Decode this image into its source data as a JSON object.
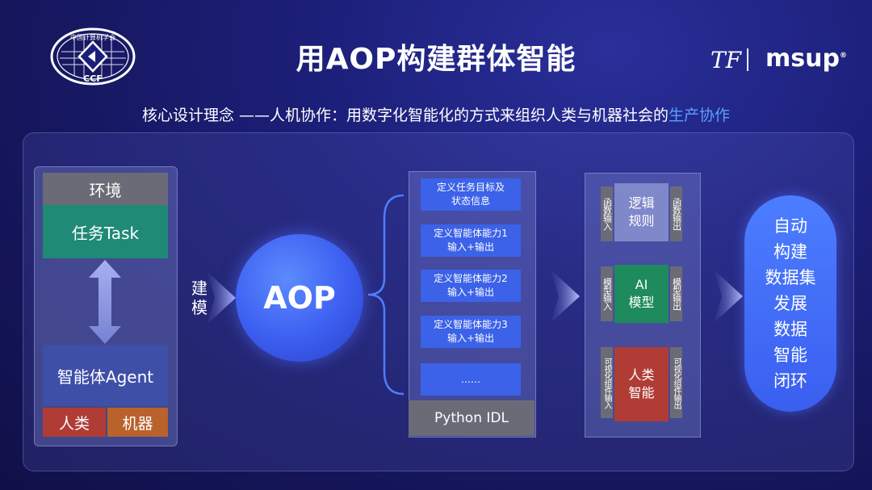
{
  "header": {
    "title": "用AOP构建群体智能",
    "ccf_logo_text": "中国计算机学会",
    "ccf_logo_abbr": "CCF",
    "tf_logo": "TF",
    "msup_logo": "msup",
    "msup_reg": "®"
  },
  "subtitle": {
    "prefix": "核心设计理念 ——人机协作：用数字化智能化的方式来组织人类与机器社会的",
    "highlight": "生产协作"
  },
  "environment": {
    "header": "环境",
    "task": "任务Task",
    "agent": "智能体Agent",
    "human": "人类",
    "machine": "机器"
  },
  "build_label": [
    "建",
    "模"
  ],
  "aop": "AOP",
  "idl": {
    "items": [
      [
        "定义任务目标及",
        "状态信息"
      ],
      [
        "定义智能体能力1",
        "输入+输出"
      ],
      [
        "定义智能体能力2",
        "输入+输出"
      ],
      [
        "定义智能体能力3",
        "输入+输出"
      ],
      [
        "……",
        ""
      ]
    ],
    "footer": "Python IDL"
  },
  "models": [
    {
      "left_tag": "函数输入",
      "core": [
        "逻辑",
        "规则"
      ],
      "right_tag": "函数输出",
      "color": "#7f88c9"
    },
    {
      "left_tag": "模型输入",
      "core": [
        "AI",
        "模型"
      ],
      "right_tag": "模型输出",
      "color": "#1f8a5c"
    },
    {
      "left_tag": "可视化组件输入",
      "core": [
        "人类",
        "智能"
      ],
      "right_tag": "可视化组件输出",
      "color": "#b03c36"
    }
  ],
  "result": [
    "自动",
    "构建",
    "数据集",
    "发展",
    "数据",
    "智能",
    "闭环"
  ],
  "colors": {
    "accent_blue": "#3b62e8",
    "task_green": "#1f8a76",
    "human_red": "#b03c36",
    "machine_orange": "#b9622c",
    "gray": "#6b6b78",
    "highlight": "#5aa0ff"
  }
}
